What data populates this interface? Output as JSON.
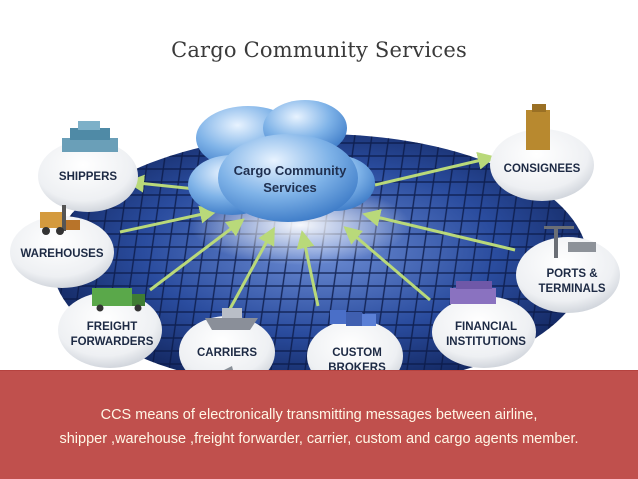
{
  "title": "Cargo Community Services",
  "center": {
    "line1": "Cargo Community",
    "line2": "Services"
  },
  "nodes": {
    "shippers": {
      "line1": "SHIPPERS"
    },
    "warehouses": {
      "line1": "WAREHOUSES"
    },
    "freight_forwarders": {
      "line1": "FREIGHT",
      "line2": "FORWARDERS"
    },
    "carriers": {
      "line1": "CARRIERS"
    },
    "custom_brokers": {
      "line1": "CUSTOM",
      "line2": "BROKERS"
    },
    "financial_institutions": {
      "line1": "FINANCIAL",
      "line2": "INSTITUTIONS"
    },
    "ports_terminals": {
      "line1": "PORTS &",
      "line2": "TERMINALS"
    },
    "consignees": {
      "line1": "CONSIGNEES"
    }
  },
  "banner": {
    "line1": "CCS means of electronically transmitting messages between airline,",
    "line2": "shipper ,warehouse ,freight forwarder, carrier, custom  and cargo agents member."
  },
  "colors": {
    "banner": "#c0504d",
    "banner_text": "#fff7e6",
    "arrow": "#b9d97a",
    "panel": "#1d3c8c"
  }
}
